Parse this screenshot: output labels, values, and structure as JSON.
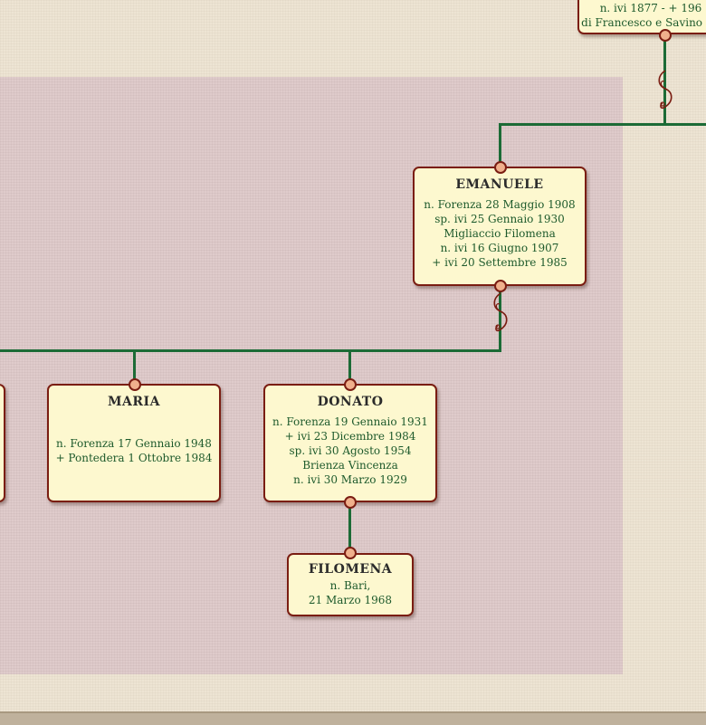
{
  "top_node": {
    "line1": "n. ivi 1877 - + 196",
    "line2": "di Francesco e Savino Fil"
  },
  "emanuele": {
    "name": "EMANUELE",
    "lines": [
      "n. Forenza 28 Maggio 1908",
      "sp. ivi 25 Gennaio 1930",
      "Migliaccio Filomena",
      "n. ivi 16 Giugno 1907",
      "+ ivi 20 Settembre 1985"
    ]
  },
  "maria": {
    "name": "MARIA",
    "lines": [
      "n. Forenza 17 Gennaio 1948",
      "+ Pontedera 1 Ottobre 1984"
    ]
  },
  "donato": {
    "name": "DONATO",
    "lines": [
      "n. Forenza 19 Gennaio 1931",
      "+ ivi 23 Dicembre 1984",
      "sp. ivi 30 Agosto 1954",
      "Brienza Vincenza",
      "n. ivi 30 Marzo 1929"
    ]
  },
  "filomena": {
    "name": "FILOMENA",
    "lines": [
      "n. Bari,",
      "21 Marzo 1968"
    ]
  },
  "colors": {
    "connector": "#1c6b36",
    "node_border": "#7a1d12",
    "node_fill": "#fdf8cf",
    "panel": "#dfcbcb"
  },
  "icons": [
    "marriage-ornament-icon",
    "connector-dot-icon"
  ]
}
